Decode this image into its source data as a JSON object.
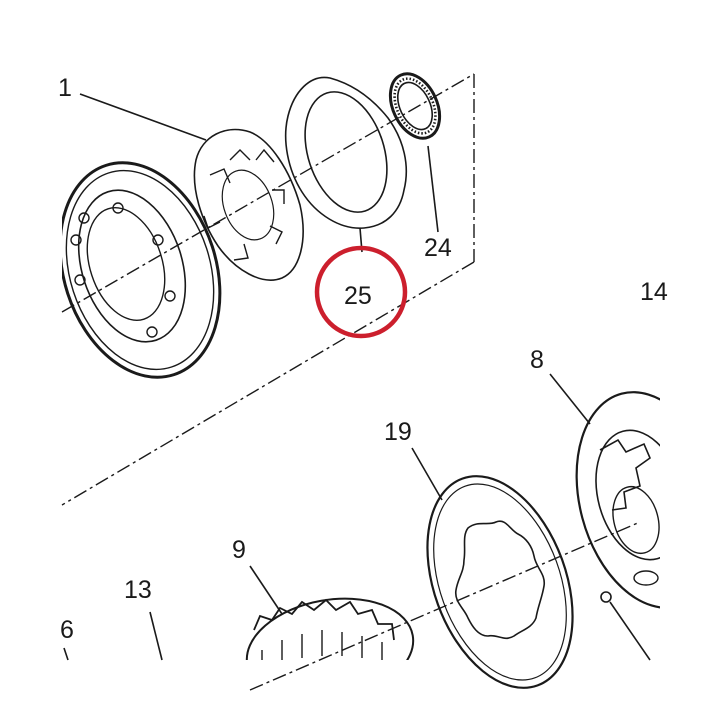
{
  "diagram": {
    "callouts": {
      "c1": "1",
      "c25": "25",
      "c24": "24",
      "c14": "14",
      "c8": "8",
      "c19": "19",
      "c9": "9",
      "c13": "13",
      "c6": "6"
    },
    "highlight_color": "#cc1f2d",
    "ink_color": "#1a1a1a"
  }
}
